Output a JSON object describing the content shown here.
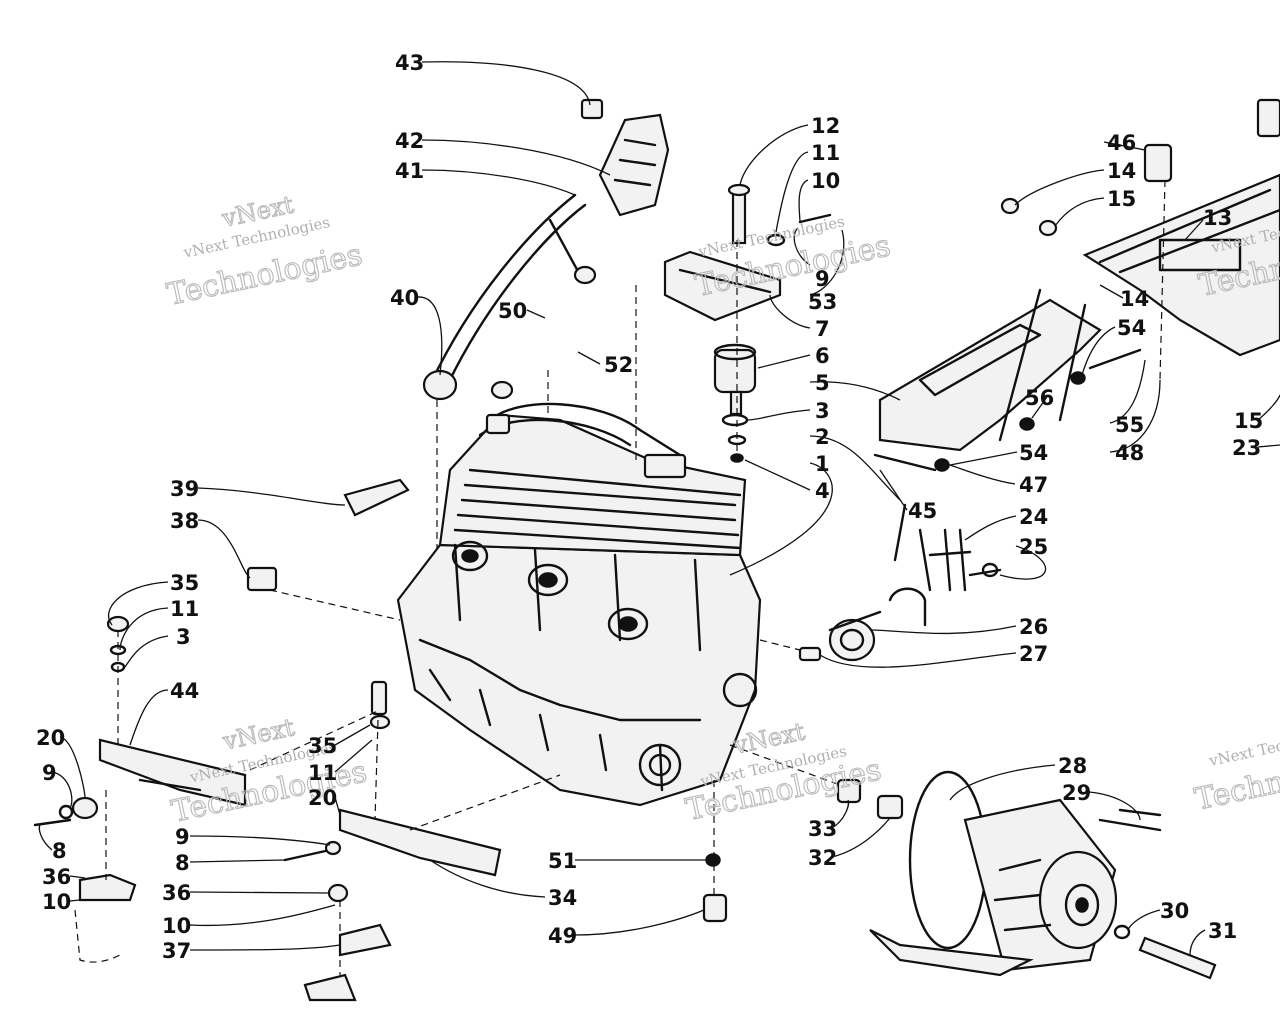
{
  "labels": [
    {
      "id": "43",
      "text": "43"
    },
    {
      "id": "42",
      "text": "42"
    },
    {
      "id": "41",
      "text": "41"
    },
    {
      "id": "40",
      "text": "40"
    },
    {
      "id": "50",
      "text": "50"
    },
    {
      "id": "52",
      "text": "52"
    },
    {
      "id": "12",
      "text": "12"
    },
    {
      "id": "11a",
      "text": "11"
    },
    {
      "id": "10a",
      "text": "10"
    },
    {
      "id": "9a",
      "text": "9"
    },
    {
      "id": "53",
      "text": "53"
    },
    {
      "id": "7",
      "text": "7"
    },
    {
      "id": "6",
      "text": "6"
    },
    {
      "id": "5",
      "text": "5"
    },
    {
      "id": "3a",
      "text": "3"
    },
    {
      "id": "2",
      "text": "2"
    },
    {
      "id": "1",
      "text": "1"
    },
    {
      "id": "4",
      "text": "4"
    },
    {
      "id": "46",
      "text": "46"
    },
    {
      "id": "14a",
      "text": "14"
    },
    {
      "id": "15a",
      "text": "15"
    },
    {
      "id": "13",
      "text": "13"
    },
    {
      "id": "14b",
      "text": "14"
    },
    {
      "id": "54a",
      "text": "54"
    },
    {
      "id": "56",
      "text": "56"
    },
    {
      "id": "55",
      "text": "55"
    },
    {
      "id": "48",
      "text": "48"
    },
    {
      "id": "15b",
      "text": "15"
    },
    {
      "id": "23",
      "text": "23"
    },
    {
      "id": "54b",
      "text": "54"
    },
    {
      "id": "47",
      "text": "47"
    },
    {
      "id": "45",
      "text": "45"
    },
    {
      "id": "24",
      "text": "24"
    },
    {
      "id": "25",
      "text": "25"
    },
    {
      "id": "26",
      "text": "26"
    },
    {
      "id": "27",
      "text": "27"
    },
    {
      "id": "39",
      "text": "39"
    },
    {
      "id": "38",
      "text": "38"
    },
    {
      "id": "35a",
      "text": "35"
    },
    {
      "id": "11b",
      "text": "11"
    },
    {
      "id": "3b",
      "text": "3"
    },
    {
      "id": "44",
      "text": "44"
    },
    {
      "id": "20a",
      "text": "20"
    },
    {
      "id": "9b",
      "text": "9"
    },
    {
      "id": "8a",
      "text": "8"
    },
    {
      "id": "36a",
      "text": "36"
    },
    {
      "id": "10b",
      "text": "10"
    },
    {
      "id": "35b",
      "text": "35"
    },
    {
      "id": "11c",
      "text": "11"
    },
    {
      "id": "20b",
      "text": "20"
    },
    {
      "id": "9c",
      "text": "9"
    },
    {
      "id": "8b",
      "text": "8"
    },
    {
      "id": "36b",
      "text": "36"
    },
    {
      "id": "10c",
      "text": "10"
    },
    {
      "id": "37",
      "text": "37"
    },
    {
      "id": "34",
      "text": "34"
    },
    {
      "id": "51",
      "text": "51"
    },
    {
      "id": "49",
      "text": "49"
    },
    {
      "id": "28",
      "text": "28"
    },
    {
      "id": "29",
      "text": "29"
    },
    {
      "id": "33",
      "text": "33"
    },
    {
      "id": "32",
      "text": "32"
    },
    {
      "id": "30",
      "text": "30"
    },
    {
      "id": "31",
      "text": "31"
    }
  ],
  "watermarks": {
    "brand": "vNext",
    "line1": "vNext Technologies",
    "line2": "Technologies"
  }
}
